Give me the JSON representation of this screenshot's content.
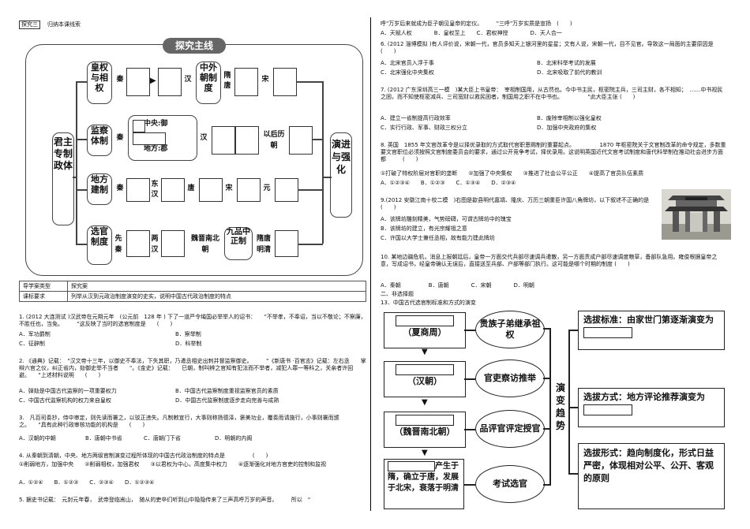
{
  "left": {
    "label_box": "探究三",
    "label_text": "归纳本课线索",
    "banner": "探究主线",
    "center_title": "君主专制政体",
    "right_title": "演进与强化",
    "rows": {
      "r1": {
        "head": "皇权与相权",
        "a": "秦",
        "b": "汉",
        "c": "中外朝制度",
        "d": "隋唐",
        "e": "宋"
      },
      "r2": {
        "head": "监察体制",
        "a": "秦",
        "center1": "中央:御",
        "center2": "地方:郡",
        "b": "汉",
        "c": "以后历朝"
      },
      "r3": {
        "head": "地方建制",
        "a": "秦",
        "b": "东汉",
        "c": "唐",
        "d": "宋",
        "e": "元"
      },
      "r4": {
        "head": "选官制度",
        "a": "先秦",
        "b": "两汉",
        "c": "魏晋南北朝",
        "d": "九品中正制",
        "e": "隋唐明清"
      }
    },
    "meta": {
      "k1": "导学案类型",
      "v1": "探究案",
      "k2": "课标要求",
      "v2": "列举从汉到元政治制度演变的史实，说明中国古代政治制度的特点"
    },
    "q1": {
      "stem": "1. (2012 大连测试 )汉武帝在元朔元年　(公元前　128 年 ) 下了一道严令绳国必举举人的诏书：　　\"不举孝，不奉诏，当以不敬论；不察廉，不胜任也，当免。　　　\"这反映了当时的选官制度是　　(　　)",
      "A": "A．军功爵制",
      "B": "B．察举制",
      "C": "C．征辟制",
      "D": "D．科举制"
    },
    "q2": {
      "stem": "2. 《通典》记载：　\"汉文帝十三年，以御史不奉法，下失其职，乃遣丞相史出刺并督监察御史。　　　\"《新唐书 ·百官志》记载：左右丞　　掌辩六官之仪，纠正省内，劾御史举不当者　　\"。《金史》记载：　　巳朝，制叫辨之官知有犯法而不举者，减犯人罪一等科之，关亲者许回避。　　\"上述材料说明　　(　　)",
      "A": "A．弹劾是中国古代监察的一项重要权力",
      "B": "B．中国古代监察制度重视监察官员的素质",
      "C": "C．中国古代监察机构的权力来自皇权",
      "D": "D．中国古代监察制度逐步走向完善与成熟"
    },
    "q3": {
      "stem": "3.　凡百司奏抄，侍中审定，则先读而署之，以驳正违失。凡制敕宣行，大事则称扬德泽，褒美功业，覆奏而请施行，小事则署而颁之。　　\"具有此种行政审核功能的机构是　　(　　)",
      "A": "A．汉朝的中朝",
      "B": "B．唐朝中书省",
      "C": "C．唐朝门下省",
      "D": "D．明朝的内阁"
    },
    "q4": {
      "stem": "4. 从秦朝到清朝，中央、地方两级官制演变过程所体现的中国古代政治制度的特点是　　　　　(　　)",
      "opts": "①削弱地方，加强中央　　②削弱相权，加强君权　　③以君权为中心，高度集中权力　　④逐渐强化对地方官吏的控制和监视",
      "answers": "A．①②④　　B．①②③　　C．②③④　　D．①②③④"
    },
    "q5": {
      "stem": "5. 据史书记载：　元封元年春，　武帝登临嵩山，　随从的吏卒们听到山中隐隐传来了三声高呼万岁的声音。　　　所以　\""
    }
  },
  "right": {
    "q5_cont": "呼\"万岁后来就成为臣子朝见皇帝的定仪。　　　\"三呼\"万岁实质是宣扬　(　　)",
    "q5_opts": "A．天赋人权　　　　B．皇权至上　　C．君权神授　　　　D．天人合一",
    "q6": {
      "stem": "6. (2012 淄博模拟 )有人评价说，宋朝一代，官员多知天上银河里的星星；文有人说，宋朝一代，目不见官。导致这一局面的主要原因是　　(　　)",
      "A": "A．北宋官员入浮于事",
      "B": "B．北宋科举考试的发展",
      "C": "C．北宋强化中央集权",
      "D": "D．北宋吸取了前代的教训"
    },
    "q7": {
      "stem": "7. (2012 广东深圳高三一模　)某大臣上书皇帝：　宰相制国用，从古然也。今中书主民，枢密院主兵，三司主财，各不相知；　……中书视民之困，而不知使枢密减兵、三司宽财以救民困者，制国用之职不在中书也。　　　　　\"此大臣主张 (　　)",
      "A": "A．建立一省制提高行政效率",
      "B": "B．废除宰相制以强化皇权",
      "C": "C．实行行政、军事、财政三权分立",
      "D": "D．加强中央政府的集权"
    },
    "q8": {
      "stem": "8. 英国　1855 年文官改革令是以择优录取的方式取代官职恩赐制的重要起点。　　　　　1870 年枢密院关于文官制改革的命令规定，多数重要文官职位必须按照文官制度委员会的要求，通过公开竞争考试，择优录用。这说明英国近代文官考试制度和唐代科举制在推动社会进步方面都　　　(　　)",
      "opts": "①打破了特权阶层对官职的垄断　　②加强了中央集权　　③推进了社会公平公正　　④提高了官员队伍素质",
      "answers": "A．①②③④　　B．①②③　　C．①③④　　D．②③④"
    },
    "q9": {
      "stem": "9.(2012 安徽江南十校二模　)右图是歙县明代嘉靖、隆庆、万历三朝重臣许国八角牌坊，以下叙述不正确的是　(　　)",
      "A": "A．该牌坊雕刻精美，气势磅礴，可谓古牌坊中的瑰宝",
      "B": "B．该牌坊的建立，有光宗耀祖之意",
      "C": "C．许国以大学士兼任丞相，故有能力建此牌坊"
    },
    "q10": {
      "stem": "10. 某地边疆危机，消息上报朝廷后，皇帝一方面交代兵部尽速调兵遣散，另一方面责成户部尽速调度粮草，备部队急用。雍俊根据皇帝之意，写成诏书，经皇帝确认无误后，直接送至兵部、户部等部门执行。这可能是哪个时期的制度 (　　)",
      "opts": "A．秦朝　　　　　B．唐朝　　　　C．宋朝　　　　D．明朝"
    },
    "section2": "二、非选择题",
    "q13_title": "13．中国古代选官制标准和方式的演变",
    "flow": {
      "era1": "（夏商周）",
      "era2": "（汉朝）",
      "era3": "（魏晋南北朝）",
      "era4_tail": "产生",
      "era4_rest": "于隋，确立于唐，发展于北宋，衰落于明清",
      "method1": "贵族子弟继承祖权",
      "method2": "官吏察访推举",
      "method3": "品评官评定授官",
      "method4": "考试选官",
      "trend": "演变趋势",
      "note1": "选拔标准：由家世门第逐渐演变为",
      "note2": "选拔方式：地方评论推荐演变为",
      "note3": "选拔形式：趋向制度化，形式日益严密，体现相对公平、公开、客观的原则"
    }
  }
}
